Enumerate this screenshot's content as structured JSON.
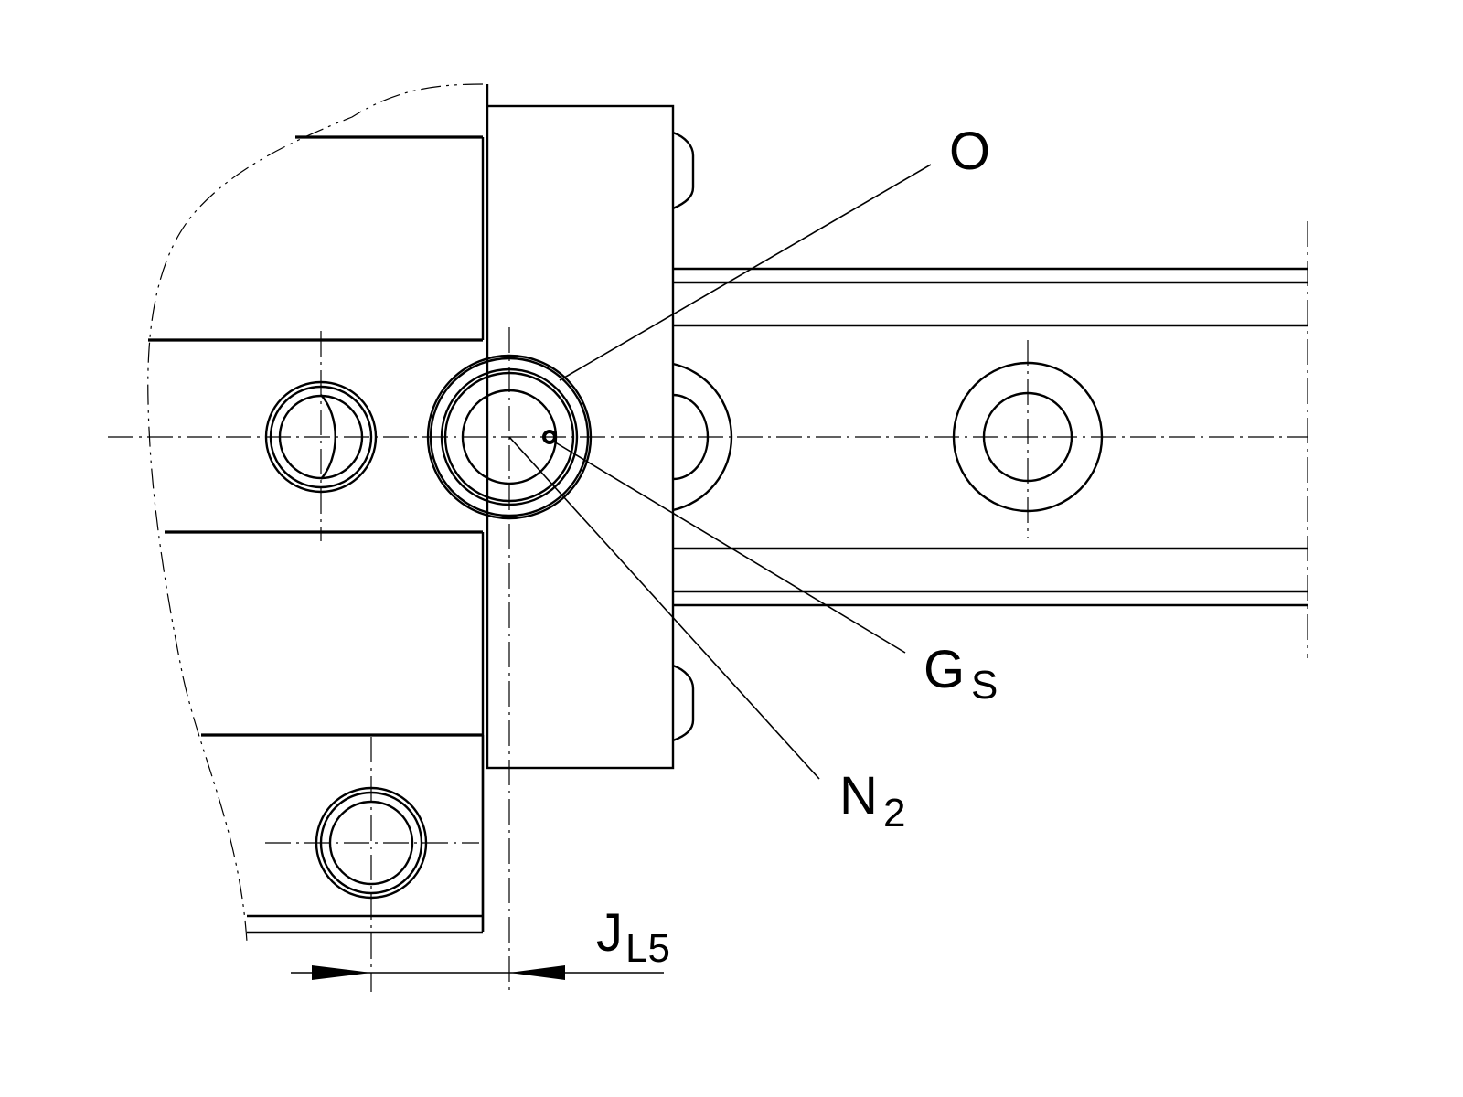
{
  "labels": {
    "o": "O",
    "gs_main": "G",
    "gs_sub": "S",
    "n2_main": "N",
    "n2_sub": "2",
    "jl5_main": "J",
    "jl5_sub": "L5"
  }
}
